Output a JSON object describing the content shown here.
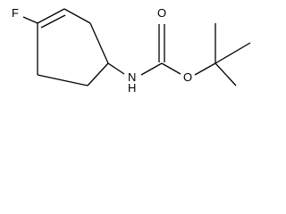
{
  "molecule": {
    "atom_labels": {
      "fluorine": "F",
      "amine_n": "N",
      "amine_h": "H",
      "carbonyl_o": "O",
      "ester_o": "O"
    }
  }
}
